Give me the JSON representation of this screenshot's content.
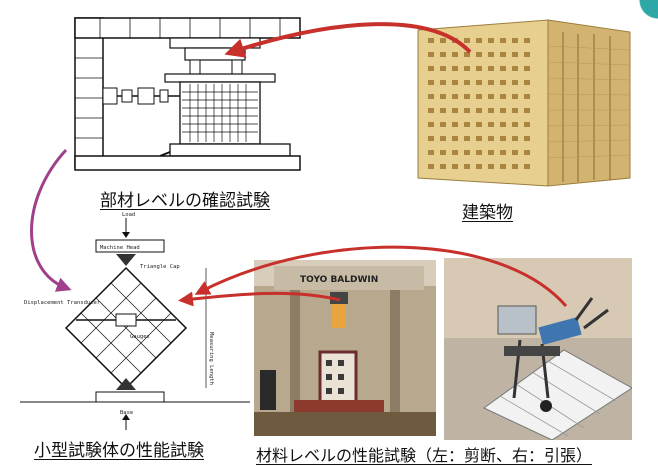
{
  "captions": {
    "member_test": "部材レベルの確認試験",
    "building": "建築物",
    "specimen_test": "小型試験体の性能試験",
    "material_test": "材料レベルの性能試験（左：剪断、右：引張）"
  },
  "specimen_labels": {
    "load": "Load",
    "machine_head": "Machine Head",
    "triangle_cap": "Triangle Cap",
    "displacement": "Displacement Transducer",
    "gauges": "Gauges",
    "measuring_length": "Measuring Length",
    "base": "Base"
  },
  "photo_labels": {
    "machine_brand": "TOYO BALDWIN"
  },
  "colors": {
    "arrow": "#c8302c",
    "arrow_purple": "#a0408a",
    "building": "#e6cf8f",
    "building_shade": "#b99a52",
    "accent": "#2ea7a7"
  }
}
